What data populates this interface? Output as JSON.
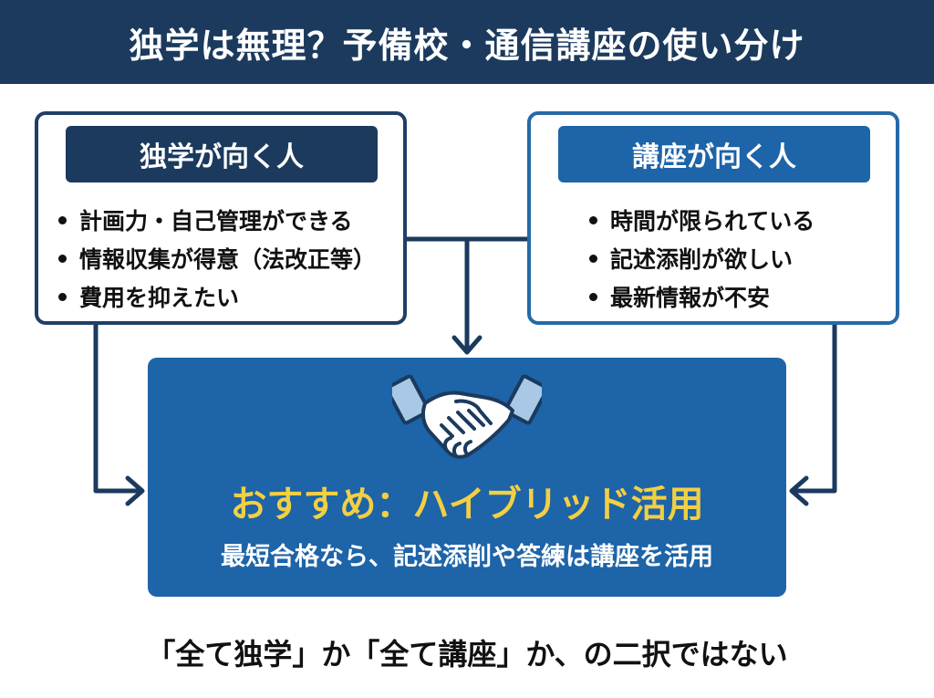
{
  "header": {
    "title": "独学は無理？予備校・通信講座の使い分け"
  },
  "left_box": {
    "heading": "独学が向く人",
    "items": [
      "計画力・自己管理ができる",
      "情報収集が得意（法改正等）",
      "費用を抑えたい"
    ]
  },
  "right_box": {
    "heading": "講座が向く人",
    "items": [
      "時間が限られている",
      "記述添削が欲しい",
      "最新情報が不安"
    ]
  },
  "recommendation": {
    "title": "おすすめ：ハイブリッド活用",
    "subtitle": "最短合格なら、記述添削や答練は講座を活用",
    "icon": "handshake-icon"
  },
  "footer": {
    "text": "「全て独学」か「全て講座」か、の二択ではない"
  },
  "colors": {
    "header_bg": "#1b3a5e",
    "left_accent": "#1b3a5e",
    "right_accent": "#1d64a8",
    "center_bg": "#1d64a8",
    "highlight": "#f2cf43"
  }
}
